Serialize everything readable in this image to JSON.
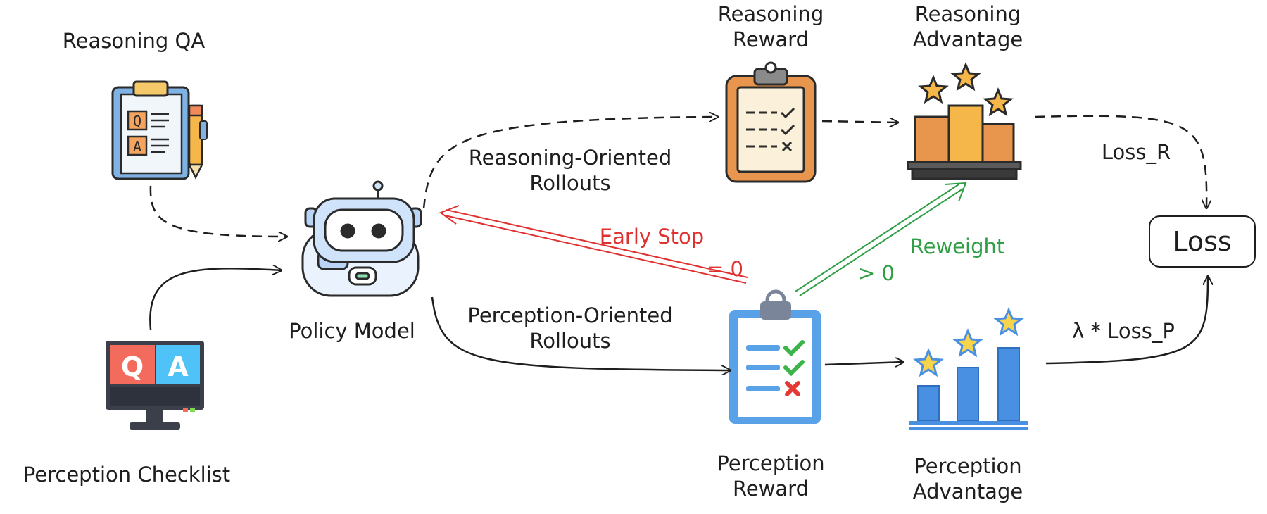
{
  "nodes": {
    "reasoning_qa": "Reasoning QA",
    "perception_checklist": "Perception Checklist",
    "policy_model": "Policy Model",
    "reasoning_reward": [
      "Reasoning",
      "Reward"
    ],
    "reasoning_advantage": [
      "Reasoning",
      "Advantage"
    ],
    "perception_reward": [
      "Perception",
      "Reward"
    ],
    "perception_advantage": [
      "Perception",
      "Advantage"
    ],
    "loss": "Loss"
  },
  "edges": {
    "reasoning_rollouts": [
      "Reasoning-Oriented",
      "Rollouts"
    ],
    "perception_rollouts": [
      "Perception-Oriented",
      "Rollouts"
    ],
    "early_stop": "Early Stop",
    "eq_zero": "= 0",
    "reweight": "Reweight",
    "gt_zero": "> 0",
    "loss_r": "Loss_R",
    "loss_p": "λ * Loss_P"
  },
  "icons": {
    "qa_board": {
      "Q": "Q",
      "A": "A"
    },
    "monitor": {
      "Q": "Q",
      "A": "A"
    }
  },
  "colors": {
    "early_stop": "#e03131",
    "reweight": "#2f9e44",
    "stroke": "#1e1e1e"
  }
}
